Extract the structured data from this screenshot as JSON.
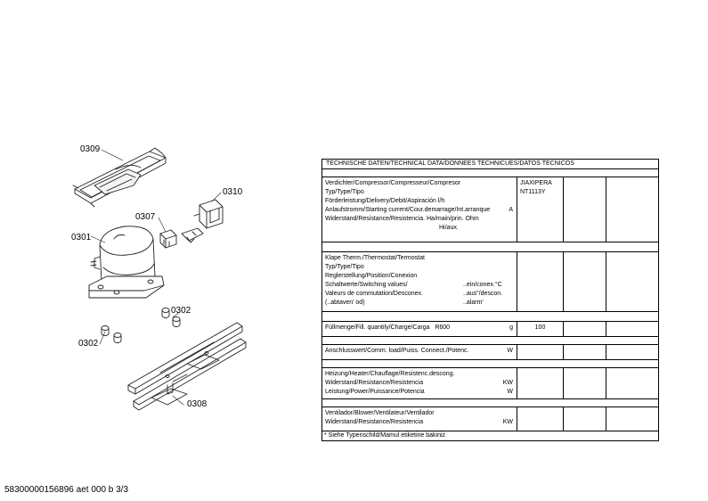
{
  "callouts": {
    "c0309": "0309",
    "c0310": "0310",
    "c0307": "0307",
    "c0301": "0301",
    "c0302a": "0302",
    "c0302b": "0302",
    "c0308": "0308"
  },
  "table": {
    "title": "TECHNISCHE DATEN/TECHNICAL DATA/DONNEES TECHNICUES/DATOS TECNICOS",
    "compressor": {
      "l1": "Verdichter/Compressor/Compresseur/Compresor",
      "l2": "Typ/Type/Tipo",
      "l3": "Förderleistung/Delivery/Debit/Aspiración l/h",
      "l4": "Anlaufstromm/Starting current/Cour.demarrage/Int.arranque",
      "l4u": "A",
      "l5": "Widerstand/Resistance/Resistencia. Ha/main/prin. Ohm",
      "l6": "Hi/aux.",
      "v1": "JIAXIPERA",
      "v2": "NT1113Y"
    },
    "thermostat": {
      "l1": "Klape Therm./Thermostat/Termostat",
      "l2": "Typ/Type/Tipo",
      "l3": "Reglerstellung/Position/Conexion",
      "l4": "Schaltwerte/Switching values/",
      "l4u": "..ein/conex.°C",
      "l5": "Valeurs de commutation/Desconex.",
      "l5u": "..aus\"/descon.",
      "l6": "(..abtaven' od)",
      "l6u": "..alarm'"
    },
    "fill": {
      "l1": "Füllmenge/Fill. quantily/Charge/Carga",
      "ref": "R600",
      "unit": "g",
      "value": "100"
    },
    "load": {
      "l1": "Anschlusswert/Comm. load/Puiss. Connect./Potenc.",
      "unit": "W"
    },
    "heater": {
      "l1": "Heizung/Heater/Chauflage/Resistenc.descong.",
      "l2": "Widerstand/Resistance/Resistencia",
      "l2u": "KW",
      "l3": "Leistung/Power/Puissance/Potencia",
      "l3u": "W"
    },
    "fan": {
      "l1": "Ventilador/Blower/Ventilateur/Ventilador",
      "l2": "Widerstand/Resistance/Resistencia",
      "l2u": "KW"
    },
    "footnote": "* Siehe Typenschild/Mamul etiketine bakiniz"
  },
  "doc_id": "58300000156896 aet 000 b 3/3"
}
